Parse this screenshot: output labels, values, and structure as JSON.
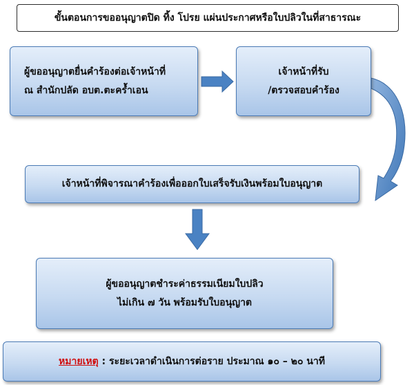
{
  "title": "ขั้นตอนการขออนุญาตปิด ทิ้ง โปรย แผ่นประกาศหรือใบปลิวในที่สาธารณะ",
  "steps": [
    {
      "lines": [
        "ผู้ขออนุญาตยื่นคำร้องต่อเจ้าหน้าที่",
        "ณ สำนักปลัด อบต.ตะคร้ำเอน"
      ]
    },
    {
      "lines": [
        "เจ้าหน้าที่รับ",
        "/ตรวจสอบคำร้อง"
      ]
    },
    {
      "lines": [
        "เจ้าหน้าที่พิจารณาคำร้องเพื่อออกใบเสร็จรับเงินพร้อมใบอนุญาต"
      ]
    },
    {
      "lines": [
        "ผู้ขออนุญาตชำระค่าธรรมเนียมใบปลิว",
        "ไม่เกิน ๗ วัน พร้อมรับใบอนุญาต"
      ]
    }
  ],
  "note": {
    "label": "หมายเหตุ",
    "text": " : ระยะเวลาดำเนินการต่อราย ประมาณ ๑๐ – ๒๐ นาที"
  },
  "colors": {
    "box_border": "#4a7ab5",
    "box_fill_top": "#e4eefa",
    "box_fill_bottom": "#a9c5e8",
    "arrow": "#4a82c3",
    "note_label": "#d01010"
  }
}
